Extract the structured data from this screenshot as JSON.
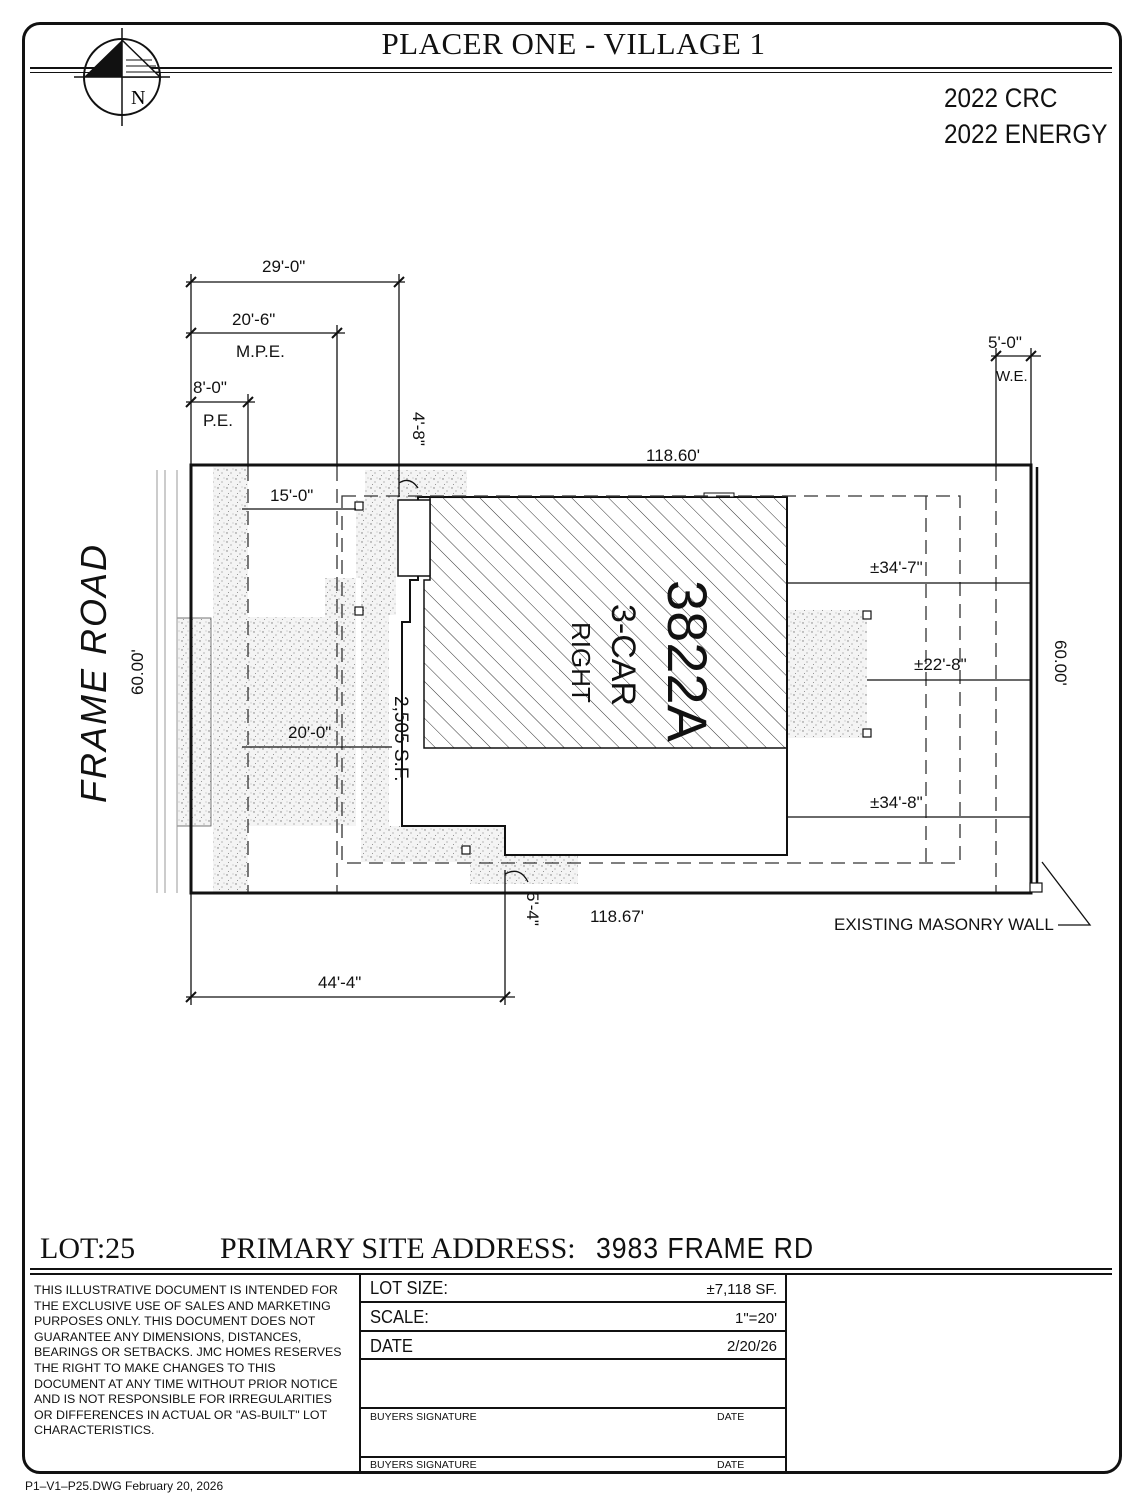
{
  "header": {
    "title": "PLACER ONE - VILLAGE 1",
    "codes": [
      "2022 CRC",
      "2022 ENERGY"
    ],
    "north_label": "N"
  },
  "plan": {
    "street": "FRAME ROAD",
    "plan_name": "3822A",
    "plan_garage": "3-CAR",
    "plan_hand": "RIGHT",
    "house_area": "2,505 S.F.",
    "lot_dims": {
      "top": "118.60'",
      "bottom": "118.67'",
      "left": "60.00'",
      "right": "60.00'"
    },
    "dimensions": {
      "d29": "29'-0\"",
      "d20_6": "20'-6\"",
      "mpe": "M.P.E.",
      "d8": "8'-0\"",
      "pe": "P.E.",
      "d4_8": "4'-8\"",
      "d5_0": "5'-0\"",
      "we": "W.E.",
      "d15": "15'-0\"",
      "d20": "20'-0\"",
      "d34_7": "±34'-7\"",
      "d22_8": "±22'-8\"",
      "d34_8": "±34'-8\"",
      "d5_4": "5'-4\"",
      "d44_4": "44'-4\""
    },
    "wall_note": "EXISTING MASONRY WALL"
  },
  "footer": {
    "lot": "LOT:25",
    "address_label": "PRIMARY SITE ADDRESS:",
    "address": "3983  FRAME  RD",
    "disclaimer": "THIS ILLUSTRATIVE DOCUMENT IS INTENDED FOR THE EXCLUSIVE USE OF SALES AND MARKETING PURPOSES ONLY. THIS DOCUMENT DOES NOT GUARANTEE ANY DIMENSIONS, DISTANCES, BEARINGS OR SETBACKS. JMC HOMES RESERVES THE RIGHT TO MAKE CHANGES TO THIS DOCUMENT AT ANY TIME WITHOUT PRIOR NOTICE AND IS NOT RESPONSIBLE FOR IRREGULARITIES OR DIFFERENCES IN ACTUAL OR \"AS-BUILT\" LOT CHARACTERISTICS.",
    "table": {
      "lot_size_label": "LOT  SIZE:",
      "lot_size_value": "±7,118  SF.",
      "scale_label": "SCALE:",
      "scale_value": "1\"=20'",
      "date_label": "DATE",
      "date_value": "2/20/26",
      "buyers_signature": "BUYERS SIGNATURE",
      "sig_date": "DATE"
    },
    "filename": "P1–V1–P25.DWG  February  20,  2026"
  }
}
